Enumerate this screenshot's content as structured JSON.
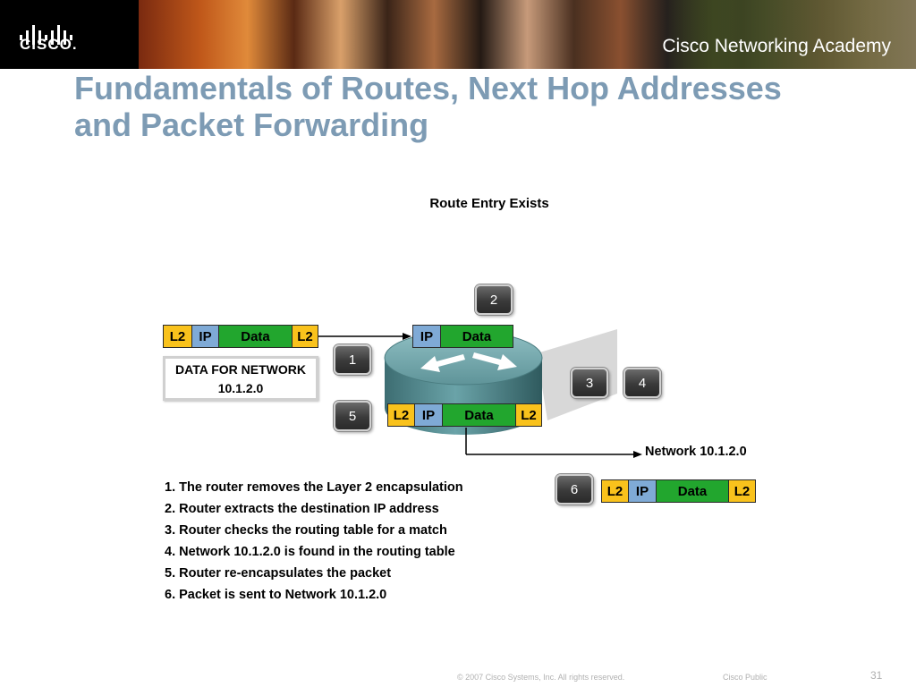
{
  "header": {
    "brand": "CISCO.",
    "academy": "Cisco Networking Academy"
  },
  "slide": {
    "title_line1": "Fundamentals of Routes, Next Hop Addresses",
    "title_line2": "and Packet Forwarding"
  },
  "diagram": {
    "title": "Route Entry Exists",
    "incoming_packet": [
      "L2",
      "IP",
      "Data",
      "L2"
    ],
    "inside_packet_top": [
      "IP",
      "Data"
    ],
    "inside_packet_bottom": [
      "L2",
      "IP",
      "Data",
      "L2"
    ],
    "outgoing_packet": [
      "L2",
      "IP",
      "Data",
      "L2"
    ],
    "data_box_line1": "DATA FOR NETWORK",
    "data_box_line2": "10.1.2.0",
    "network_label": "Network 10.1.2.0",
    "step_numbers": [
      "1",
      "2",
      "3",
      "4",
      "5",
      "6"
    ],
    "router_color": "#4f8a8f"
  },
  "steps": [
    "1. The router removes the Layer 2 encapsulation",
    "2. Router extracts the destination IP address",
    "3. Router checks the routing table for a match",
    "4. Network 10.1.2.0 is found in the routing table",
    "5. Router re-encapsulates the packet",
    "6. Packet is sent to Network 10.1.2.0"
  ],
  "footer": {
    "copyright": "© 2007 Cisco Systems, Inc. All rights reserved.",
    "classification": "Cisco Public",
    "page_number": "31"
  }
}
